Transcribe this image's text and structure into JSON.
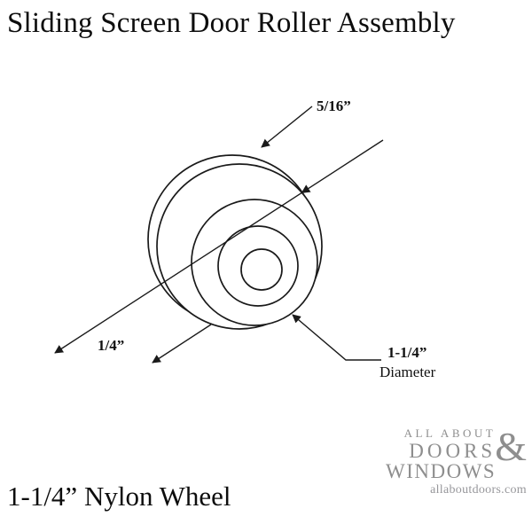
{
  "page": {
    "title": "Sliding Screen Door Roller Assembly",
    "subtitle": "1-1/4” Nylon Wheel"
  },
  "diagram": {
    "part": "roller-wheel",
    "dimensions": {
      "rim_width_label": "5/16”",
      "bore_label": "1/4”",
      "diameter_label": "1-1/4”",
      "diameter_caption": "Diameter"
    }
  },
  "logo": {
    "line1": "ALL ABOUT",
    "line2": "DOORS",
    "ampersand": "&",
    "line3": "WINDOWS",
    "url": "allaboutdoors.com"
  }
}
